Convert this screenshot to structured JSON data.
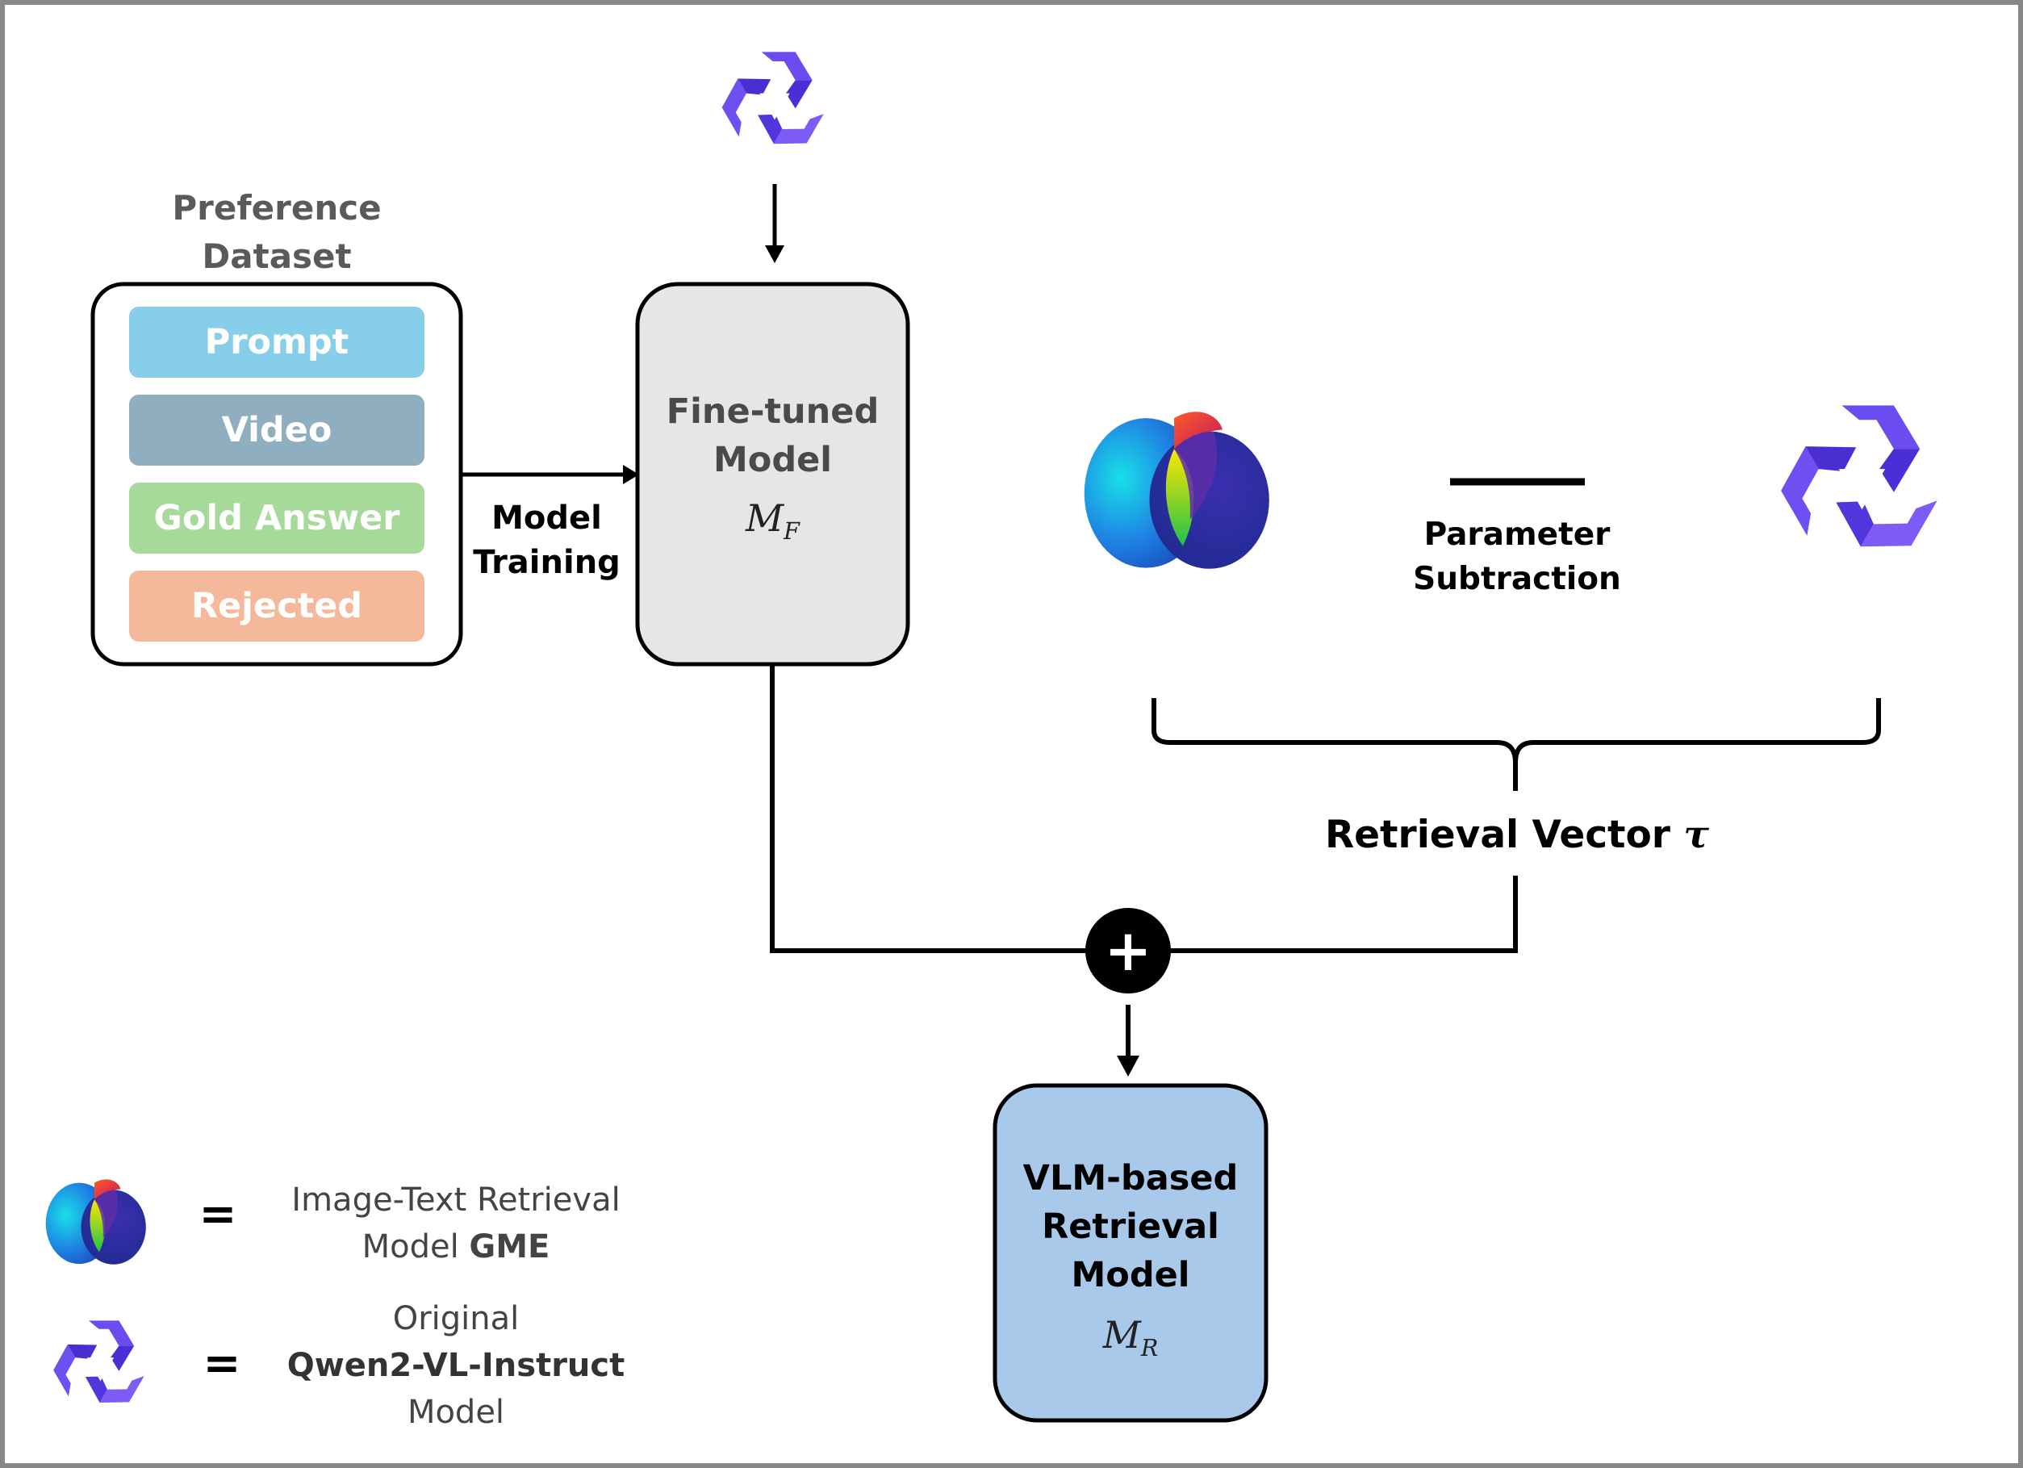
{
  "dataset": {
    "title_line1": "Preference",
    "title_line2": "Dataset",
    "items": [
      {
        "label": "Prompt",
        "color": "#87CEEB"
      },
      {
        "label": "Video",
        "color": "#8FAFC0"
      },
      {
        "label": "Gold Answer",
        "color": "#A6D99A"
      },
      {
        "label": "Rejected",
        "color": "#F4B89A"
      }
    ]
  },
  "training_label": {
    "line1": "Model",
    "line2": "Training"
  },
  "finetuned": {
    "line1": "Fine-tuned",
    "line2": "Model",
    "symbol": "M",
    "subscript": "F",
    "fill": "#E6E6E6"
  },
  "subtraction": {
    "line1": "Parameter",
    "line2": "Subtraction"
  },
  "retrieval_vector": {
    "label": "Retrieval Vector",
    "symbol": "τ"
  },
  "result": {
    "line1": "VLM-based",
    "line2": "Retrieval",
    "line3": "Model",
    "symbol": "M",
    "subscript": "R",
    "fill": "#A9C9EB"
  },
  "plus_symbol": "+",
  "legend": {
    "equals": "=",
    "gme": {
      "line1": "Image-Text Retrieval",
      "line2_prefix": "Model ",
      "line2_bold": "GME",
      "icon": "gme-logo-icon"
    },
    "qwen": {
      "line1": "Original",
      "line2": "Qwen2-VL-Instruct",
      "line3": "Model",
      "icon": "qwen-logo-icon"
    }
  },
  "colors": {
    "qwen_purple": "#6A4CF0",
    "line": "#000000",
    "frame": "#888888",
    "muted_text": "#5A5A5A"
  }
}
